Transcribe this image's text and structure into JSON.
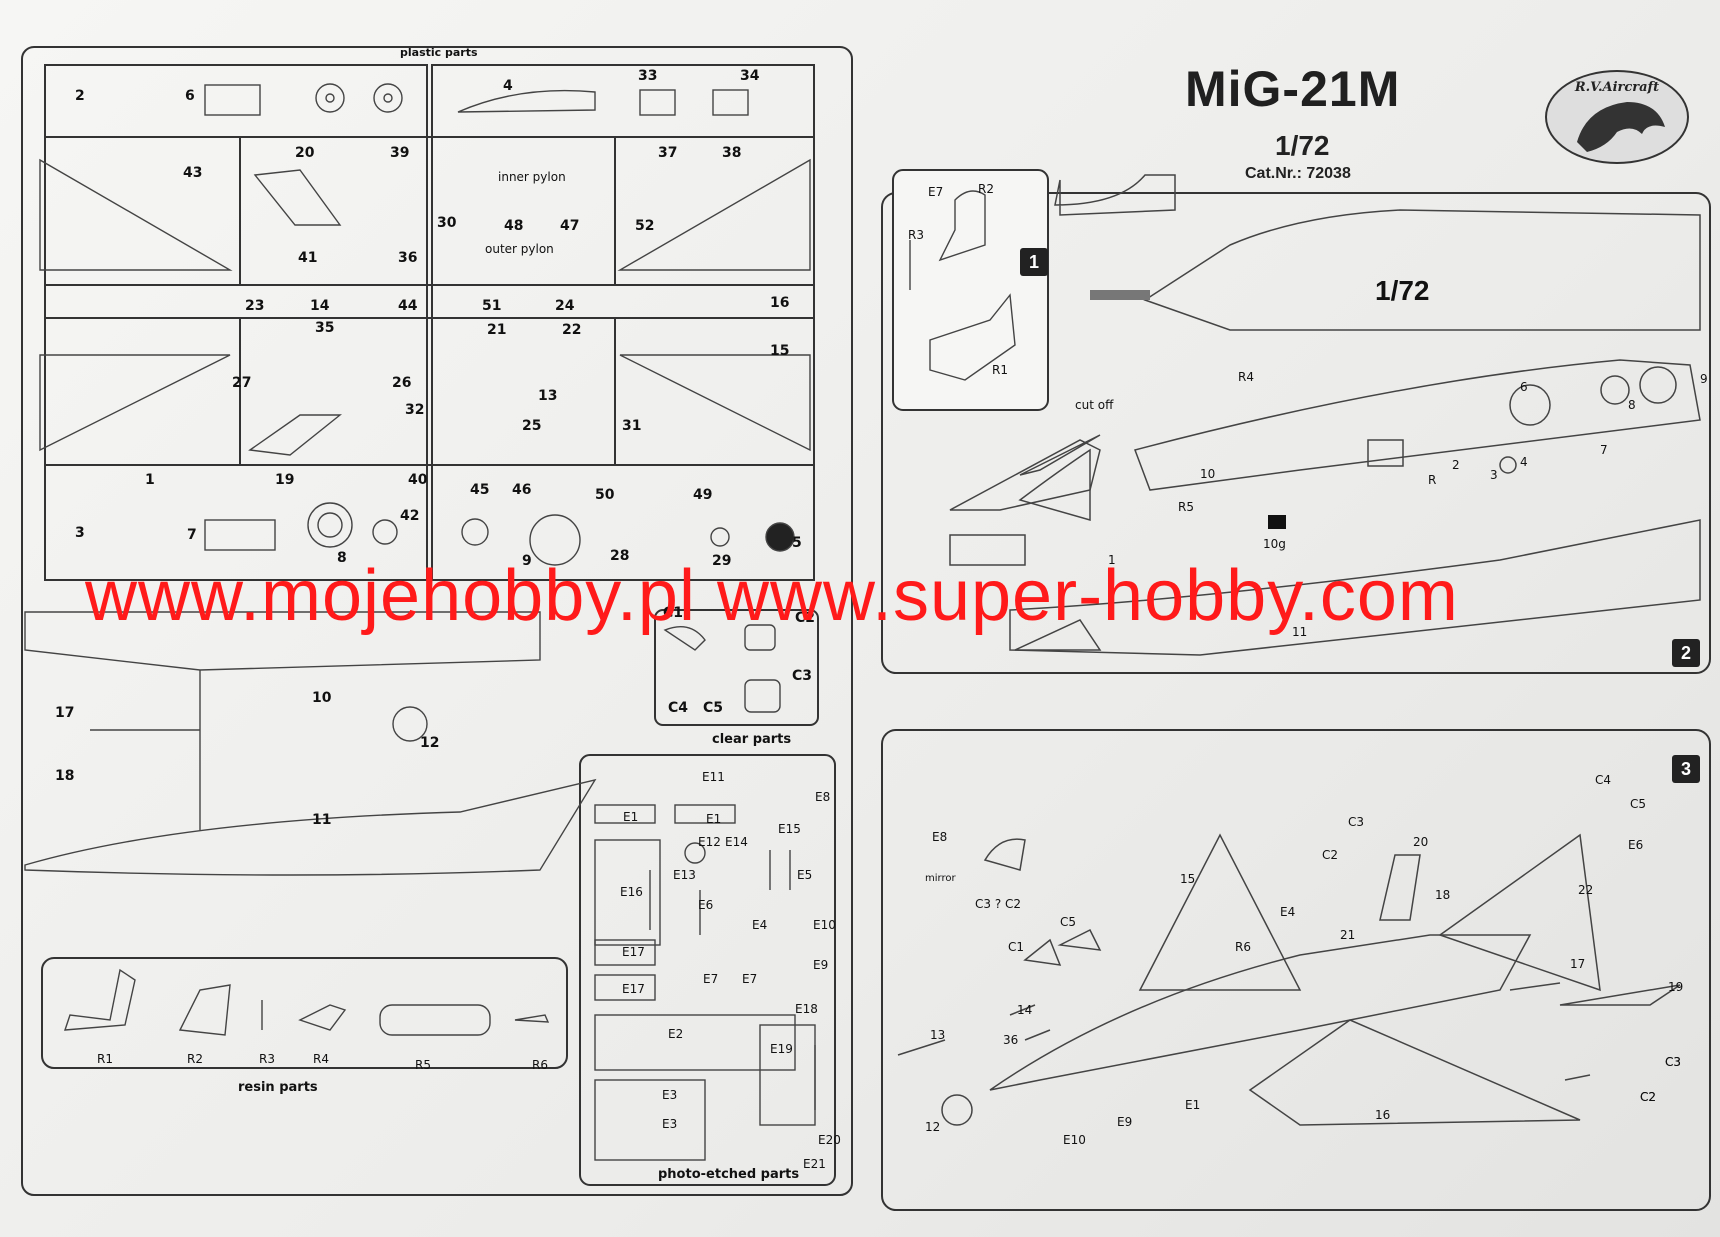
{
  "header": {
    "title": "MiG-21M",
    "scale": "1/72",
    "cat_nr": "Cat.Nr.: 72038",
    "brand": "R.V.Aircraft"
  },
  "sprue": {
    "plastic_caption": "plastic parts",
    "inner_pylon": "inner pylon",
    "outer_pylon": "outer pylon",
    "clear_caption": "clear parts",
    "resin_caption": "resin parts",
    "pe_caption": "photo-etched parts",
    "numbers": [
      "2",
      "6",
      "4",
      "33",
      "34",
      "43",
      "20",
      "39",
      "37",
      "38",
      "30",
      "48",
      "47",
      "52",
      "41",
      "36",
      "23",
      "14",
      "44",
      "35",
      "51",
      "24",
      "16",
      "21",
      "22",
      "15",
      "27",
      "26",
      "13",
      "32",
      "25",
      "31",
      "1",
      "19",
      "40",
      "45",
      "46",
      "50",
      "49",
      "3",
      "7",
      "8",
      "42",
      "28",
      "29",
      "5",
      "9",
      "17",
      "18",
      "10",
      "12",
      "11"
    ],
    "clear_labels": [
      "C1",
      "C2",
      "C3",
      "C4",
      "C5"
    ],
    "resin_labels": [
      "R1",
      "R2",
      "R3",
      "R4",
      "R5",
      "R6"
    ],
    "pe_labels": [
      "E11",
      "E8",
      "E1",
      "E1",
      "E15",
      "E12",
      "E14",
      "E13",
      "E16",
      "E5",
      "E6",
      "E4",
      "E10",
      "E17",
      "E17",
      "E7",
      "E7",
      "E9",
      "E18",
      "E2",
      "E19",
      "E3",
      "E3",
      "E20",
      "E21"
    ]
  },
  "step1": {
    "number": "1",
    "labels": [
      "E7",
      "R2",
      "R3",
      "R1"
    ]
  },
  "step2": {
    "number": "2",
    "fuselage_text": "1/72",
    "cut_off": "cut off",
    "weight": "10g",
    "labels": [
      "R4",
      "6",
      "9",
      "8",
      "7",
      "4",
      "2",
      "R",
      "3",
      "10",
      "R5",
      "1",
      "11"
    ]
  },
  "step3": {
    "number": "3",
    "labels": [
      "C4",
      "C5",
      "C3",
      "C2",
      "E4",
      "E6",
      "C3",
      "C2",
      "E8",
      "mirror",
      "C1",
      "C5",
      "C3 ? C2",
      "15",
      "20",
      "18",
      "22",
      "21",
      "R6",
      "17",
      "19",
      "14",
      "36",
      "13",
      "C3",
      "C2",
      "E1",
      "E9",
      "E10",
      "12",
      "16"
    ]
  },
  "watermark": "www.mojehobby.pl www.super-hobby.com"
}
